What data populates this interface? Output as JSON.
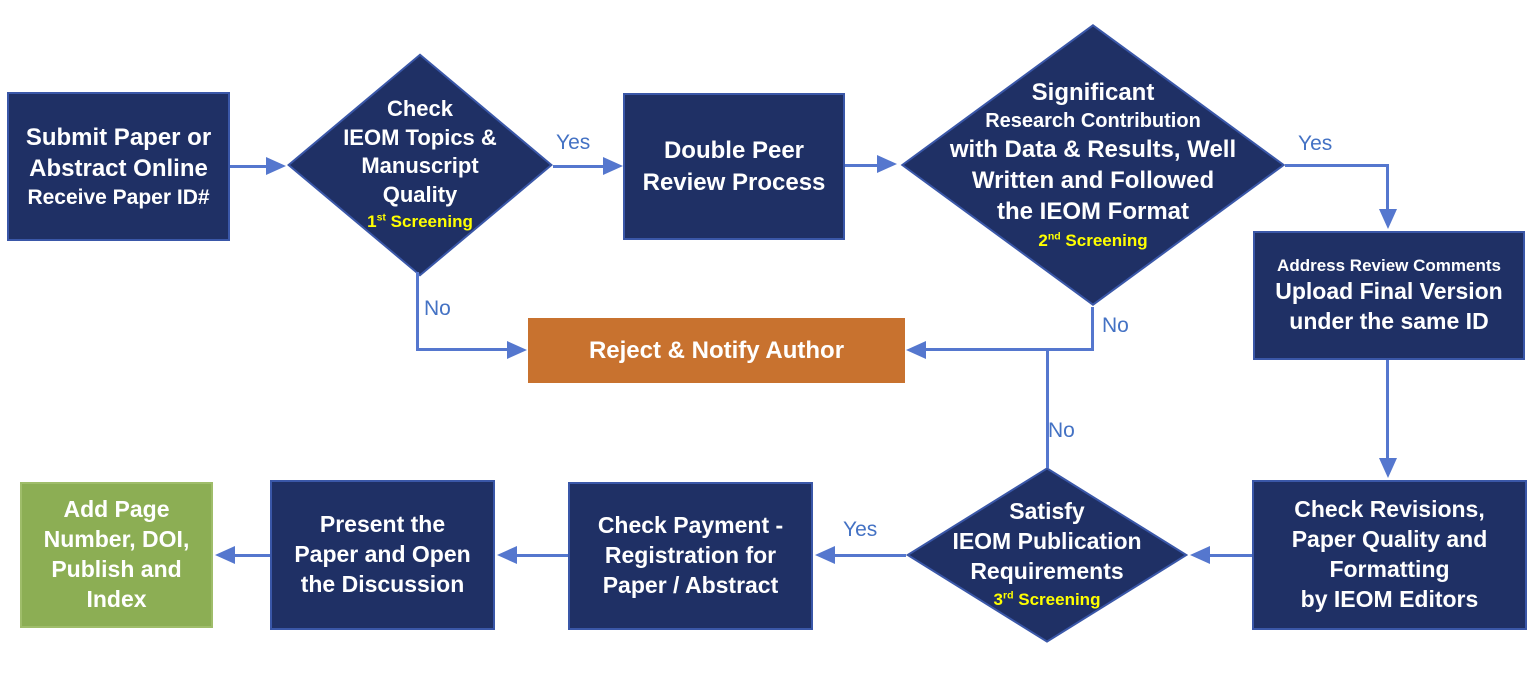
{
  "title": "IEOM paper submission and review process flowchart",
  "colors": {
    "navy": "#1f3065",
    "navy-border": "#3a57a8",
    "orange": "#c8722f",
    "green": "#8cae54",
    "green-border": "#9fbd6a",
    "line": "#5577ce",
    "label": "#4472c4",
    "yellow": "#ffff00",
    "bg": "#ffffff"
  },
  "nodes": {
    "submit": {
      "lines": [
        "Submit Paper or",
        "Abstract Online",
        "Receive Paper ID#"
      ]
    },
    "check_topics": {
      "lines": [
        "Check",
        "IEOM Topics &",
        "Manuscript",
        "Quality"
      ],
      "screening": {
        "num": "1",
        "sup": "st",
        "rest": " Screening"
      }
    },
    "double_peer": {
      "lines": [
        "Double Peer",
        "Review Process"
      ]
    },
    "significant": {
      "lines": [
        "Significant",
        "Research Contribution",
        "with Data & Results, Well",
        "Written and Followed",
        "the IEOM Format"
      ],
      "screening": {
        "num": "2",
        "sup": "nd",
        "rest": " Screening"
      }
    },
    "address_review": {
      "lines": [
        "Address Review Comments",
        "Upload Final Version",
        "under the same ID"
      ]
    },
    "reject": {
      "lines": [
        "Reject & Notify Author"
      ]
    },
    "check_revisions": {
      "lines": [
        "Check Revisions,",
        "Paper Quality and",
        "Formatting",
        "by IEOM Editors"
      ]
    },
    "satisfy": {
      "lines": [
        "Satisfy",
        "IEOM Publication",
        "Requirements"
      ],
      "screening": {
        "num": "3",
        "sup": "rd",
        "rest": " Screening"
      }
    },
    "check_payment": {
      "lines": [
        "Check Payment -",
        "Registration for",
        "Paper / Abstract"
      ]
    },
    "present": {
      "lines": [
        "Present the",
        "Paper and Open",
        "the Discussion"
      ]
    },
    "add_page": {
      "lines": [
        "Add Page",
        "Number, DOI,",
        "Publish and",
        "Index"
      ]
    }
  },
  "edge_labels": {
    "yes1": "Yes",
    "yes2": "Yes",
    "yes3": "Yes",
    "no1": "No",
    "no2": "No",
    "no3": "No"
  }
}
